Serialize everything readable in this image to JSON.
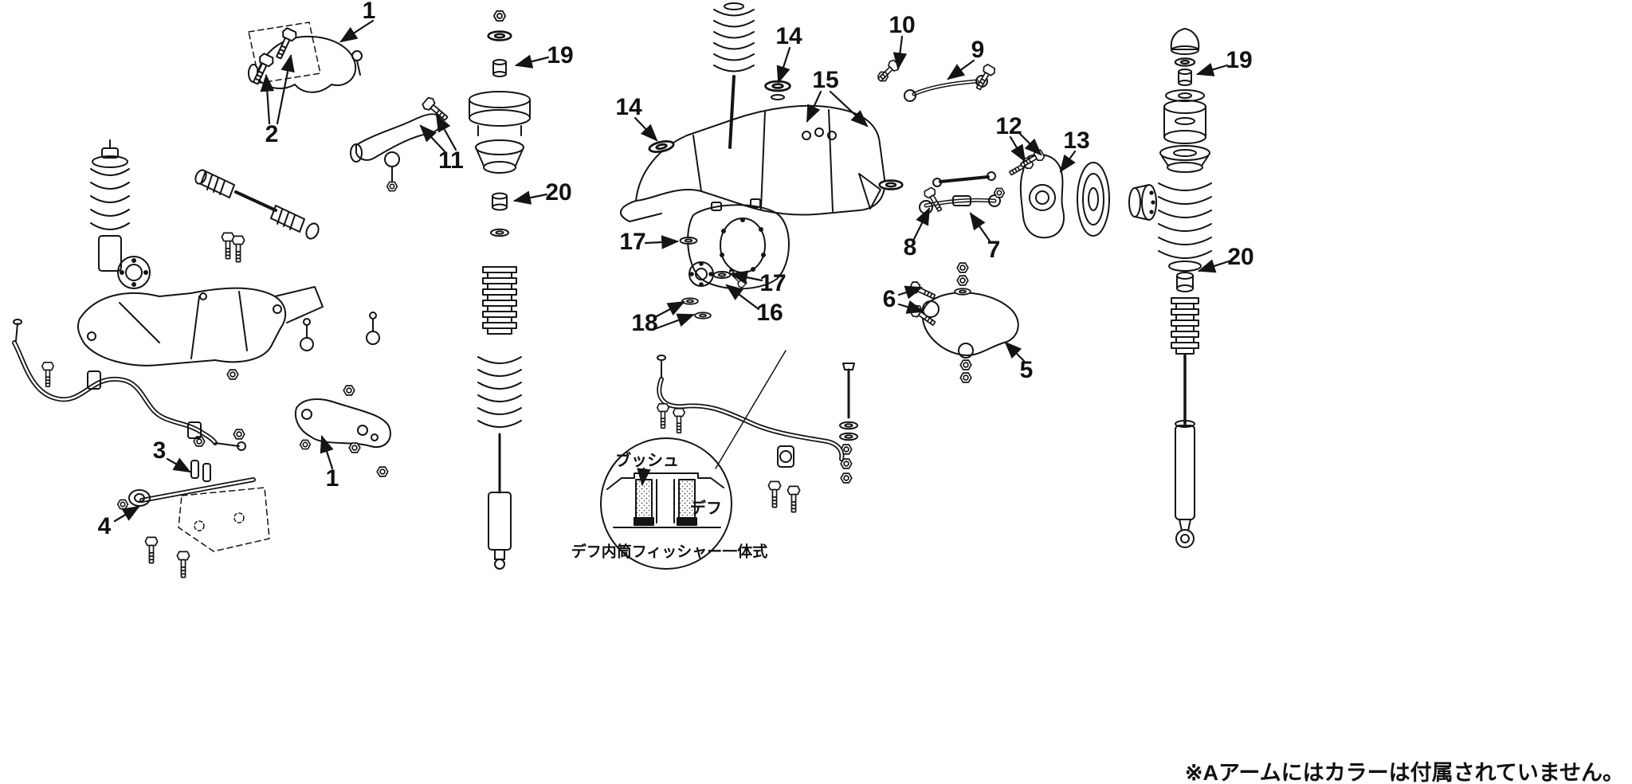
{
  "note": "※Aアームにはカラーは付属されていません。",
  "detail": {
    "label_bush": "ブッシュ",
    "label_diff": "デフ",
    "caption": "デフ内筒フィッシャー一体式"
  },
  "callouts": [
    {
      "part": "front-upper-arm",
      "label": "1"
    },
    {
      "part": "front-upper-arm-bolts",
      "label": "2"
    },
    {
      "part": "front-upper-link",
      "label": "11"
    },
    {
      "part": "front-strut-mount-nut",
      "label": "19"
    },
    {
      "part": "front-spring-seat-rubber",
      "label": "20"
    },
    {
      "part": "rear-subframe-mount-right",
      "label": "14"
    },
    {
      "part": "rear-subframe",
      "label": "15"
    },
    {
      "part": "rear-upper-link-bolts",
      "label": "10"
    },
    {
      "part": "rear-upper-link",
      "label": "9"
    },
    {
      "part": "rear-knuckle-bolts",
      "label": "12"
    },
    {
      "part": "rear-knuckle",
      "label": "13"
    },
    {
      "part": "rear-subframe-mount-left",
      "label": "14"
    },
    {
      "part": "diff-front-washer",
      "label": "17"
    },
    {
      "part": "diff-side-washer",
      "label": "17"
    },
    {
      "part": "diff-mount-pin",
      "label": "16"
    },
    {
      "part": "diff-washers",
      "label": "18"
    },
    {
      "part": "rear-camber-link-bolt",
      "label": "8"
    },
    {
      "part": "rear-camber-link",
      "label": "7"
    },
    {
      "part": "rear-lower-arm-bolts",
      "label": "6"
    },
    {
      "part": "rear-lower-arm",
      "label": "5"
    },
    {
      "part": "tension-rod-bracket",
      "label": "3"
    },
    {
      "part": "tension-rod",
      "label": "4"
    },
    {
      "part": "front-lower-arm",
      "label": "1"
    },
    {
      "part": "rear-strut-mount-bushing",
      "label": "19"
    },
    {
      "part": "rear-strut-bump-rubber",
      "label": "20"
    }
  ]
}
